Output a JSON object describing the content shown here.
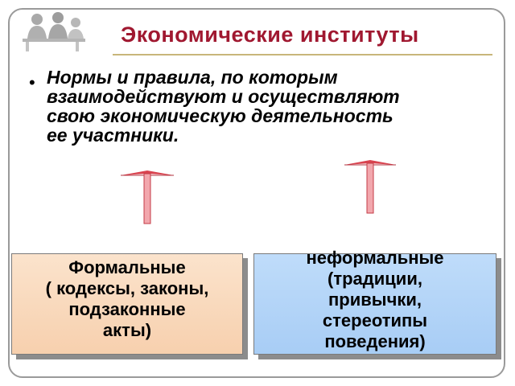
{
  "slide": {
    "title": "Экономические институты",
    "bullet": {
      "lines": [
        "Нормы и правила, по которым",
        "взаимодействуют и осуществляют",
        "свою экономическую деятельность",
        "ее участники."
      ]
    },
    "boxes": {
      "formal": {
        "lines": [
          "Формальные",
          "( кодексы, законы,",
          "подзаконные",
          "акты)"
        ]
      },
      "informal": {
        "lines": [
          "неформальные",
          "(традиции,",
          "привычки,",
          "стереотипы",
          "поведения)"
        ]
      }
    },
    "colors": {
      "title": "#a01830",
      "arrow": "#d9434f",
      "formal_box": "#f7d0ae",
      "informal_box": "#a8cdf5"
    },
    "icons": {
      "logo": "people-at-desk-icon",
      "arrow_left": "up-arrow-icon",
      "arrow_right": "up-arrow-icon"
    }
  }
}
